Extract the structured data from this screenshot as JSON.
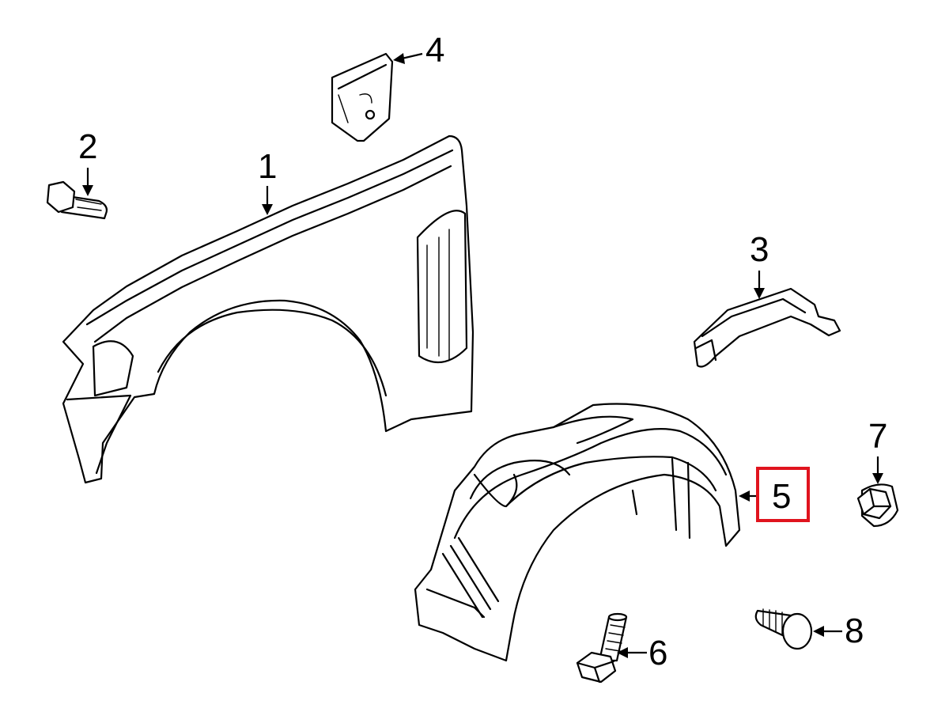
{
  "callouts": [
    {
      "id": "1",
      "label": "1"
    },
    {
      "id": "2",
      "label": "2"
    },
    {
      "id": "3",
      "label": "3"
    },
    {
      "id": "4",
      "label": "4"
    },
    {
      "id": "5",
      "label": "5",
      "highlighted": true
    },
    {
      "id": "6",
      "label": "6"
    },
    {
      "id": "7",
      "label": "7"
    },
    {
      "id": "8",
      "label": "8"
    }
  ],
  "colors": {
    "line": "#000000",
    "background": "#ffffff",
    "highlight": "#e0141e"
  }
}
